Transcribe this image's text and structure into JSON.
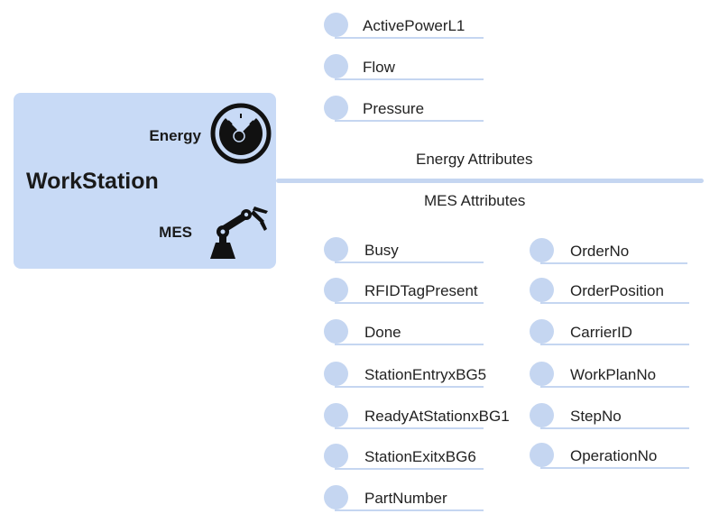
{
  "workstation": {
    "title": "WorkStation",
    "energy_label": "Energy",
    "mes_label": "MES",
    "energy_icon": "gauge-icon",
    "mes_icon": "robot-arm-icon"
  },
  "branches": {
    "energy": "Energy Attributes",
    "mes": "MES Attributes"
  },
  "energy_attributes": [
    "ActivePowerL1",
    "Flow",
    "Pressure"
  ],
  "mes_attributes_left": [
    "Busy",
    "RFIDTagPresent",
    "Done",
    "StationEntryxBG5",
    "ReadyAtStationxBG1",
    "StationExitxBG6",
    "PartNumber"
  ],
  "mes_attributes_right": [
    "OrderNo",
    "OrderPosition",
    "CarrierID",
    "WorkPlanNo",
    "StepNo",
    "OperationNo"
  ],
  "colors": {
    "box": "#c8daf6",
    "node": "#c5d6f1"
  }
}
